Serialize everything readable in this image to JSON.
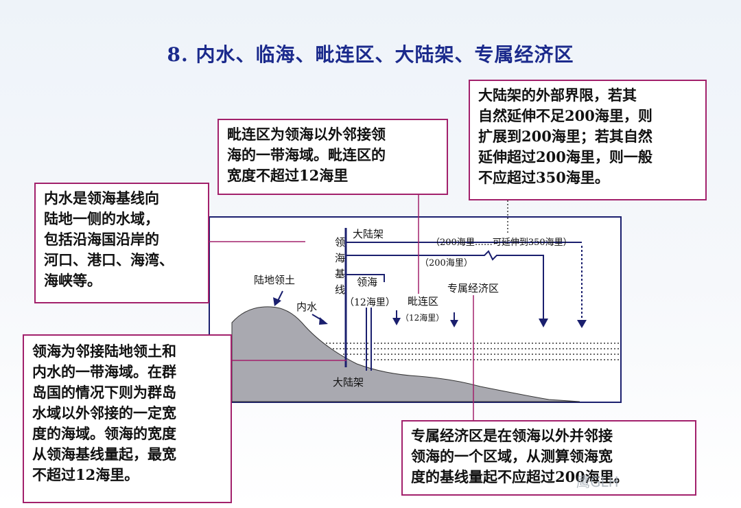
{
  "title": "8. 内水、临海、毗连区、大陆架、专属经济区",
  "boxes": {
    "internal_waters": "内水是领海基线向\n陆地一侧的水域，\n包括沿海国沿岸的\n河口、港口、海湾、\n海峡等。",
    "contiguous_zone": "毗连区为领海以外邻接领\n海的一带海域。毗连区的\n宽度不超过12海里",
    "continental_shelf": "大陆架的外部界限，若其\n自然延伸不足200海里，则\n扩展到200海里；若其自然\n延伸超过200海里，则一般\n不应超过350海里。",
    "territorial_sea": "领海为邻接陆地领土和\n内水的一带海域。在群\n岛国的情况下则为群岛\n水域以外邻接的一定宽\n度的海域。领海的宽度\n从领海基线量起，最宽\n不超过12海里。",
    "eez": "专属经济区是在领海以外并邻接\n领海的一个区域，从测算领海宽\n度的基线量起不应超过200海里。"
  },
  "diagram_labels": {
    "baseline_chars": [
      "领",
      "海",
      "基",
      "线"
    ],
    "continental_shelf_top": "大陆架",
    "shelf_range": "（200海里……可延伸到350海里）",
    "eez_range": "（200海里）",
    "territorial_sea": "领海",
    "territorial_range": "（12海里）",
    "contiguous_zone": "毗连区",
    "contiguous_range": "（12海里）",
    "eez": "专属经济区",
    "land_territory": "陆地领土",
    "internal_waters": "内水",
    "continental_shelf_bottom": "大陆架"
  },
  "watermark": "鹰GLH",
  "colors": {
    "title": "#1b2a8c",
    "box_border": "#a2206b",
    "diagram_line": "#1a1f6e",
    "land_fill": "#a9a9b0"
  }
}
